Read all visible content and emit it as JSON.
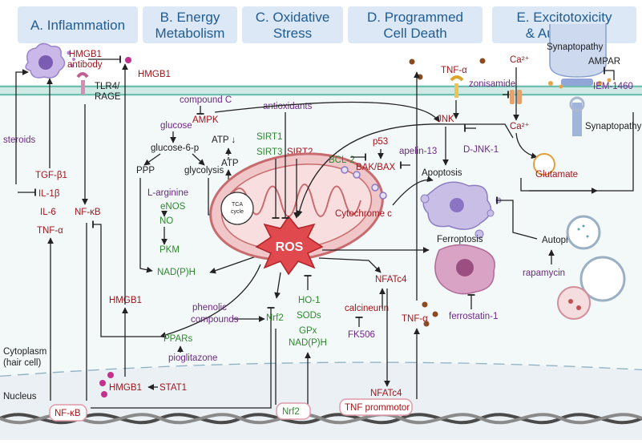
{
  "sections": [
    {
      "title_line1": "A. Inflammation",
      "title_line2": ""
    },
    {
      "title_line1": "B. Energy",
      "title_line2": "Metabolism"
    },
    {
      "title_line1": "C. Oxidative",
      "title_line2": "Stress"
    },
    {
      "title_line1": "D. Programmed",
      "title_line2": "Cell Death"
    },
    {
      "title_line1": "E. Excitotoxicity",
      "title_line2": "& Autophagy"
    }
  ],
  "inflammation": {
    "hmgb1_antibody": [
      "HMGB1",
      "antibody"
    ],
    "hmgb1_out": "HMGB1",
    "receptor": [
      "TLR4/",
      "RAGE"
    ],
    "steroids": "steroids",
    "cytokines": [
      "TGF-β1",
      "IL-1β",
      "IL-6",
      "TNF-α"
    ],
    "nfkb": "NF-κB",
    "hmgb1_cyto": "HMGB1",
    "hmgb1_nucleus": "HMGB1",
    "stat1": "STAT1",
    "nfkb_nucleus": "NF-κB"
  },
  "energy": {
    "glucose": "glucose",
    "glucose6p": "glucose-6-p",
    "ppp": "PPP",
    "glycolysis": "glycolysis",
    "larginine": "L-arginine",
    "enos": "eNOS",
    "no": "NO",
    "pkm": "PKM",
    "nadph": "NAD(P)H",
    "compound_c": "compound C",
    "ampk": "AMPK",
    "atp_down": "ATP ↓",
    "atp": "ATP",
    "tca": [
      "TCA",
      "cycle"
    ]
  },
  "oxidative": {
    "antioxidants": "antioxidants",
    "sirt1": "SIRT1",
    "sirt3": "SIRT3",
    "sirt2": "SIRT2",
    "ros": "ROS",
    "phenolic": [
      "phenolic",
      "compounds"
    ],
    "nrf2": "Nrf2",
    "ppars": "PPARs",
    "pioglitazone": "pioglitazone",
    "defenses": [
      "HO-1",
      "SODs",
      "GPx",
      "NAD(P)H"
    ],
    "nrf2_nucleus": "Nrf2"
  },
  "death": {
    "tnfa_top": "TNF-α",
    "p53": "p53",
    "bcl2": "BCL-2",
    "bakbax": "BAK/BAX",
    "apelin": "apelin-13",
    "cytochrome": "Cytochrome c",
    "jnk": "JNK",
    "djnk": "D-JNK-1",
    "apoptosis": "Apoptosis",
    "ferroptosis": "Ferroptosis",
    "ferrostatin": "ferrostatin-1",
    "nfatc4": "NFATc4",
    "calcineurin": "calcineurin",
    "fk506": "FK506",
    "tnfa_low": "TNF-α",
    "nfatc4_nucleus": "NFATc4",
    "tnf_promotor": "TNF prommotor"
  },
  "excito": {
    "ca_top": "Ca²⁺",
    "synaptopathy_top": "Synaptopathy",
    "ampar": "AMPAR",
    "iem": "IEM-1460",
    "zonisamide": "zonisamide",
    "ca_mid": "Ca²⁺",
    "synaptopathy_mid": "Synaptopathy",
    "glutamate": "Glutamate",
    "autophagy": "Autophagy",
    "rapamycin": "rapamycin"
  },
  "compartments": {
    "cytoplasm": [
      "Cytoplasm",
      "(hair cell)"
    ],
    "nucleus": "Nucleus"
  }
}
